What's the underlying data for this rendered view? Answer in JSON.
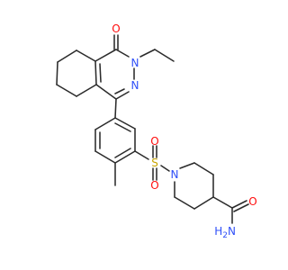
{
  "molecule": {
    "atoms": [
      {
        "id": "O_carbonyl_top",
        "label": "O",
        "color": "#ff0d0d"
      },
      {
        "id": "N_ethyl",
        "label": "N",
        "color": "#3050f8"
      },
      {
        "id": "N_ring",
        "label": "N",
        "color": "#3050f8"
      },
      {
        "id": "S_sulfonyl",
        "label": "S",
        "color": "#c8a400"
      },
      {
        "id": "O_sulfonyl_top",
        "label": "O",
        "color": "#ff0d0d"
      },
      {
        "id": "O_sulfonyl_bottom",
        "label": "O",
        "color": "#ff0d0d"
      },
      {
        "id": "N_piperidine",
        "label": "N",
        "color": "#3050f8"
      },
      {
        "id": "O_amide",
        "label": "O",
        "color": "#ff0d0d"
      },
      {
        "id": "N_amide",
        "label": "N",
        "color": "#3050f8",
        "suffix": "H",
        "subscript": "2"
      }
    ],
    "bond_color": "#2b2b2b"
  }
}
